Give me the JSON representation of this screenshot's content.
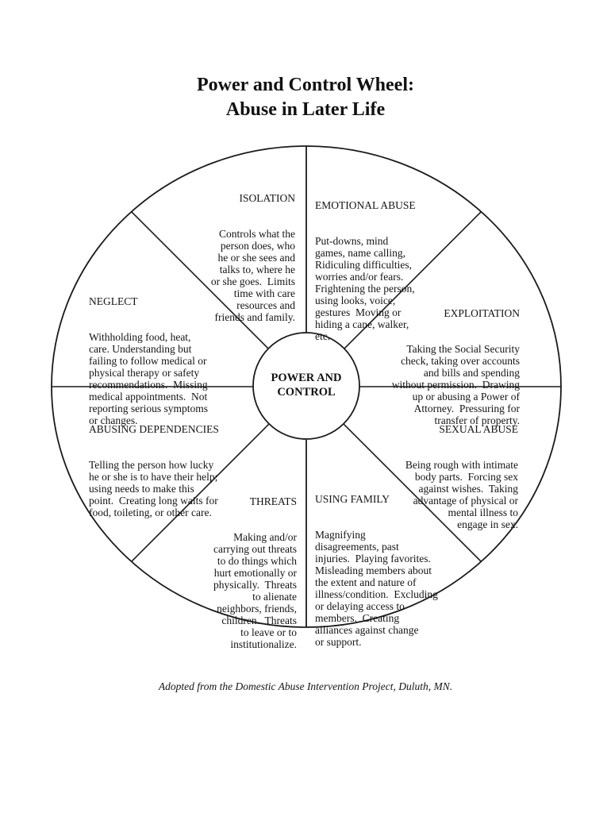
{
  "title": {
    "line1": "Power and Control Wheel:",
    "line2": "Abuse in Later Life"
  },
  "wheel": {
    "center_label": "POWER AND\nCONTROL",
    "segments": [
      {
        "id": "isolation",
        "heading": "ISOLATION",
        "body": "Controls what the\nperson does, who\nhe or she sees and\ntalks to, where he\nor she goes.  Limits\ntime with care\nresources and\nfriends and family."
      },
      {
        "id": "emotional-abuse",
        "heading": "EMOTIONAL ABUSE",
        "body": "Put-downs, mind\ngames, name calling,\nRidiculing difficulties,\nworries and/or fears.\nFrightening the person,\nusing looks, voice,\ngestures  Moving or\nhiding a cane, walker,\netc."
      },
      {
        "id": "neglect",
        "heading": "NEGLECT",
        "body": "Withholding food, heat,\ncare. Understanding but\nfailing to follow medical or\nphysical therapy or safety\nrecommendations.  Missing\nmedical appointments.  Not\nreporting serious symptoms\nor changes."
      },
      {
        "id": "exploitation",
        "heading": "EXPLOITATION",
        "body": "Taking the Social Security\ncheck, taking over accounts\nand bills and spending\nwithout permission.  Drawing\nup or abusing a Power of\nAttorney.  Pressuring for\ntransfer of property."
      },
      {
        "id": "abusing-dependencies",
        "heading": "ABUSING DEPENDENCIES",
        "body": "Telling the person how lucky\nhe or she is to have their help;\nusing needs to make this\npoint.  Creating long waits for\nfood, toileting, or other care."
      },
      {
        "id": "sexual-abuse",
        "heading": "SEXUAL ABUSE",
        "body": "Being rough with intimate\nbody parts.  Forcing sex\nagainst wishes.  Taking\nadvantage of physical or\nmental illness to\nengage in sex."
      },
      {
        "id": "threats",
        "heading": "THREATS",
        "body": "Making and/or\ncarrying out threats\nto do things which\nhurt emotionally or\nphysically.  Threats\nto alienate\nneighbors, friends,\nchildren.  Threats\nto leave or to\ninstitutionalize."
      },
      {
        "id": "using-family",
        "heading": "USING FAMILY",
        "body": "Magnifying\ndisagreements, past\ninjuries.  Playing favorites.\nMisleading members about\nthe extent and nature of\nillness/condition.  Excluding\nor delaying access to\nmembers.  Creating\nalliances against change\nor support."
      }
    ]
  },
  "footer": {
    "attribution": "Adopted from the Domestic Abuse Intervention Project, Duluth, MN."
  },
  "colors": {
    "background": "#ffffff",
    "line": "#1a1a1a",
    "text": "#141414"
  }
}
